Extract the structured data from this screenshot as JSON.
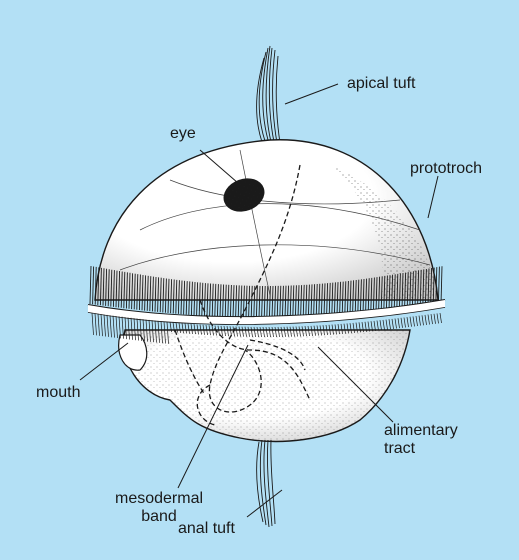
{
  "figure": {
    "background_color": "#b3e0f5",
    "ink_color": "#111111",
    "body_fill": "#ffffff",
    "eye_fill": "#1a1a1a"
  },
  "labels": {
    "apical_tuft": "apical tuft",
    "eye": "eye",
    "prototroch": "prototroch",
    "mouth": "mouth",
    "mesodermal_band_line1": "mesodermal",
    "mesodermal_band_line2": "band",
    "alimentary_tract_line1": "alimentary",
    "alimentary_tract_line2": "tract",
    "anal_tuft": "anal tuft"
  }
}
